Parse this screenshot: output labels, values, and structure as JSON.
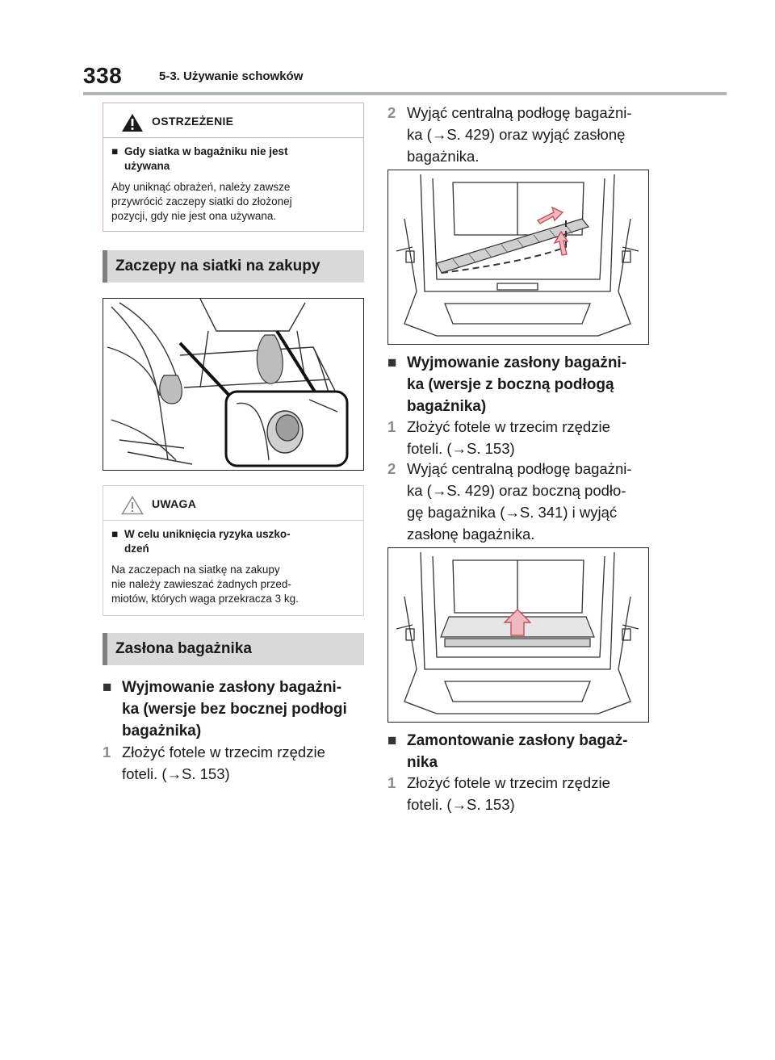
{
  "header": {
    "page_number": "338",
    "section": "5-3. Używanie schowków"
  },
  "warning": {
    "label": "OSTRZEŻENIE",
    "marker": "■",
    "subtitle": "Gdy siatka w bagażniku nie jest\nużywana",
    "text": "Aby uniknąć obrażeń, należy zawsze\nprzywrócić zaczepy siatki do złożonej\npozycji, gdy nie jest ona używana."
  },
  "sections": {
    "hooks": "Zaczepy na siatki na zakupy",
    "cover": "Zasłona bagażnika"
  },
  "notice": {
    "label": "UWAGA",
    "marker": "■",
    "subtitle": "W celu uniknięcia ryzyka uszko-\ndzeń",
    "text": "Na zaczepach na siatkę na zakupy\nnie należy zawieszać żadnych przed-\nmiotów, których waga przekracza 3 kg."
  },
  "left_column": {
    "subhead": "Wyjmowanie zasłony bagażni-\nka (wersje bez bocznej podłogi\nbagażnika)",
    "marker": "■",
    "step1_num": "1",
    "step1_text": "Złożyć fotele w trzecim rzędzie\nfoteli. (→S. 153)"
  },
  "right_column": {
    "step2a_num": "2",
    "step2a_text": "Wyjąć centralną podłogę bagażni-\nka (→S. 429) oraz wyjąć zasłonę\nbagażnika.",
    "subhead1": "Wyjmowanie zasłony bagażni-\nka (wersje z boczną podłogą\nbagażnika)",
    "marker": "■",
    "step1b_num": "1",
    "step1b_text": "Złożyć fotele w trzecim rzędzie\nfoteli. (→S. 153)",
    "step2b_num": "2",
    "step2b_text": "Wyjąć centralną podłogę bagażni-\nka (→S. 429) oraz boczną podło-\ngę bagażnika (→S. 341) i wyjąć\nzasłonę bagażnika.",
    "subhead2": "Zamontowanie zasłony bagaż-\nnika",
    "step1c_num": "1",
    "step1c_text": "Złożyć fotele w trzecim rzędzie\nfoteli. (→S. 153)"
  },
  "colors": {
    "warning_border": "#c9b2bd",
    "section_bg": "#d9d9d9",
    "section_bar": "#7f7f7f",
    "arrow_fill": "#f2b8c0",
    "arrow_stroke": "#c0505c",
    "step_number": "#8c8c8c"
  }
}
